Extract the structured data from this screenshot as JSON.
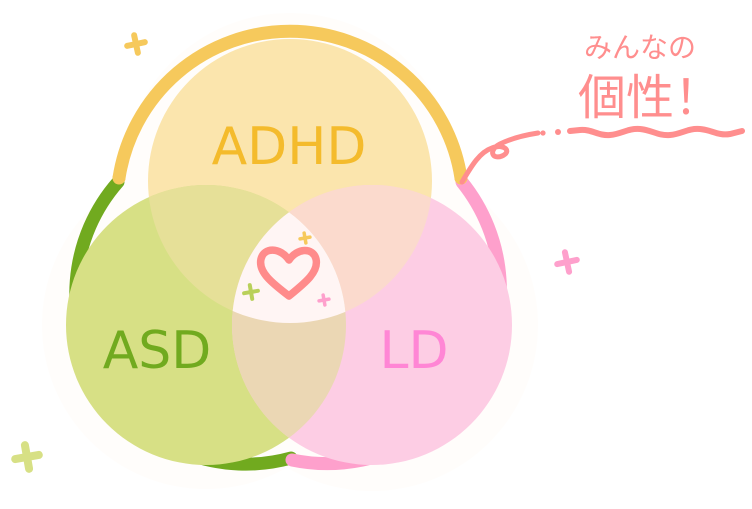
{
  "diagram": {
    "type": "venn",
    "sets": [
      {
        "id": "adhd",
        "label": "ADHD",
        "fill": "#fbe5ad",
        "ring": "#f6c95c",
        "text": "#f4bb2c"
      },
      {
        "id": "asd",
        "label": "ASD",
        "fill": "#d7e085",
        "ring": "#71aa1f",
        "text": "#71aa1f"
      },
      {
        "id": "ld",
        "label": "LD",
        "fill": "#fdcde4",
        "ring": "#fea0cc",
        "text": "#ff86d5"
      }
    ],
    "center": {
      "icon": "heart-icon",
      "color": "#ff8b8b"
    },
    "overlap_colors": {
      "adhd_asd": "#e6e098",
      "adhd_ld": "#fbdacd",
      "asd_ld": "#ebd7b4",
      "all": "#fff5f4"
    }
  },
  "callout": {
    "line1": "みんなの",
    "line2": "個性！",
    "color": "#ff8e8e"
  },
  "sparkles": [
    {
      "color": "#f6c95c"
    },
    {
      "color": "#d7e085"
    },
    {
      "color": "#fea0cc"
    },
    {
      "color": "#f6c95c"
    },
    {
      "color": "#d7e085"
    },
    {
      "color": "#fea0cc"
    }
  ]
}
